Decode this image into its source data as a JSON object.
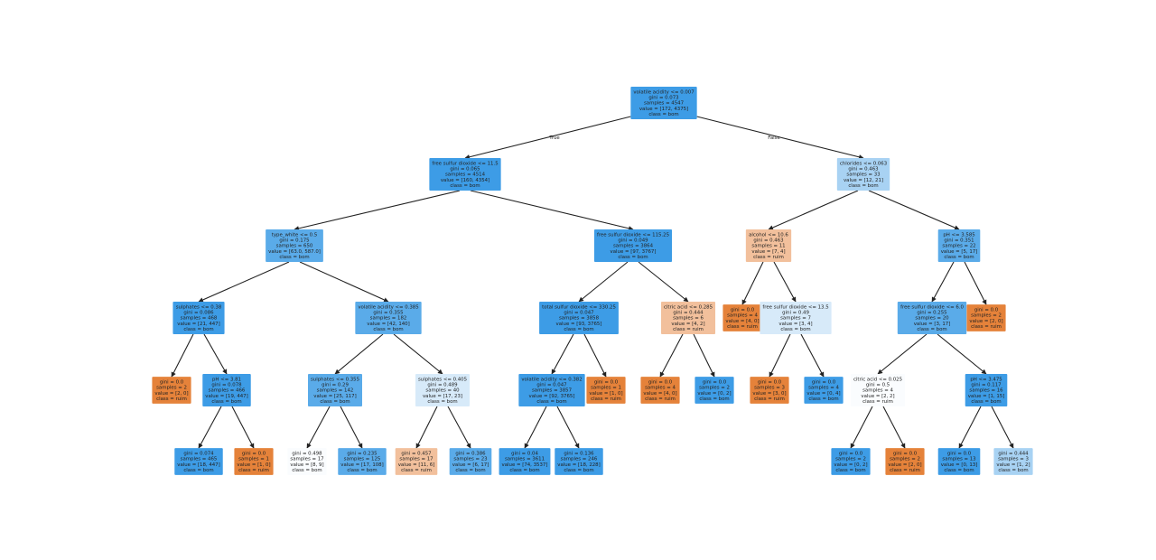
{
  "tree": {
    "colors": {
      "bom_strong": "#3d9ce6",
      "bom_mid": "#5aabe9",
      "bom_light": "#a8d2f3",
      "bom_pale": "#d7eaf9",
      "bom_white": "#fafcfe",
      "ruim_strong": "#e5823a",
      "ruim_light": "#f2c09c",
      "edge": "#222222"
    },
    "edge_labels": {
      "left": "True",
      "right": "False"
    },
    "nodes": [
      {
        "id": 0,
        "lines": [
          "volatile acidity <= 0.007",
          "gini = 0.073",
          "samples = 4547",
          "value = [172, 4375]",
          "class = bom"
        ],
        "fill": "bom_strong"
      },
      {
        "id": 1,
        "parent": 0,
        "side": "left",
        "lines": [
          "free sulfur dioxide <= 11.5",
          "gini = 0.065",
          "samples = 4514",
          "value = [160, 4354]",
          "class = bom"
        ],
        "fill": "bom_strong"
      },
      {
        "id": 2,
        "parent": 0,
        "side": "right",
        "lines": [
          "chlorides <= 0.063",
          "gini = 0.463",
          "samples = 33",
          "value = [12, 21]",
          "class = bom"
        ],
        "fill": "bom_light"
      },
      {
        "id": 3,
        "parent": 1,
        "lines": [
          "type_white <= 0.5",
          "gini = 0.175",
          "samples = 650",
          "value = [63.0, 587.0]",
          "class = bom"
        ],
        "fill": "bom_mid"
      },
      {
        "id": 4,
        "parent": 1,
        "lines": [
          "free sulfur dioxide <= 115.25",
          "gini = 0.049",
          "samples = 3864",
          "value = [97, 3767]",
          "class = bom"
        ],
        "fill": "bom_strong"
      },
      {
        "id": 5,
        "parent": 2,
        "lines": [
          "alcohol <= 10.6",
          "gini = 0.463",
          "samples = 11",
          "value = [7, 4]",
          "class = ruim"
        ],
        "fill": "ruim_light"
      },
      {
        "id": 6,
        "parent": 2,
        "lines": [
          "pH <= 3.585",
          "gini = 0.351",
          "samples = 22",
          "value = [5, 17]",
          "class = bom"
        ],
        "fill": "bom_mid"
      },
      {
        "id": 7,
        "parent": 3,
        "lines": [
          "sulphates <= 0.38",
          "gini = 0.086",
          "samples = 468",
          "value = [21, 447]",
          "class = bom"
        ],
        "fill": "bom_strong"
      },
      {
        "id": 8,
        "parent": 3,
        "lines": [
          "volatile acidity <= 0.385",
          "gini = 0.355",
          "samples = 182",
          "value = [42, 140]",
          "class = bom"
        ],
        "fill": "bom_mid"
      },
      {
        "id": 9,
        "parent": 4,
        "lines": [
          "total sulfur dioxide <= 330.25",
          "gini = 0.047",
          "samples = 3858",
          "value = [93, 3765]",
          "class = bom"
        ],
        "fill": "bom_strong"
      },
      {
        "id": 10,
        "parent": 4,
        "lines": [
          "citric acid <= 0.285",
          "gini = 0.444",
          "samples = 6",
          "value = [4, 2]",
          "class = ruim"
        ],
        "fill": "ruim_light"
      },
      {
        "id": 11,
        "parent": 5,
        "lines": [
          "gini = 0.0",
          "samples = 4",
          "value = [4, 0]",
          "class = ruim"
        ],
        "fill": "ruim_strong"
      },
      {
        "id": 12,
        "parent": 5,
        "lines": [
          "free sulfur dioxide <= 13.5",
          "gini = 0.49",
          "samples = 7",
          "value = [3, 4]",
          "class = bom"
        ],
        "fill": "bom_pale"
      },
      {
        "id": 13,
        "parent": 6,
        "lines": [
          "free sulfur dioxide <= 6.0",
          "gini = 0.255",
          "samples = 20",
          "value = [3, 17]",
          "class = bom"
        ],
        "fill": "bom_mid"
      },
      {
        "id": 14,
        "parent": 6,
        "lines": [
          "gini = 0.0",
          "samples = 2",
          "value = [2, 0]",
          "class = ruim"
        ],
        "fill": "ruim_strong"
      },
      {
        "id": 15,
        "parent": 7,
        "lines": [
          "gini = 0.0",
          "samples = 2",
          "value = [2, 0]",
          "class = ruim"
        ],
        "fill": "ruim_strong"
      },
      {
        "id": 16,
        "parent": 7,
        "lines": [
          "pH <= 3.81",
          "gini = 0.078",
          "samples = 466",
          "value = [19, 447]",
          "class = bom"
        ],
        "fill": "bom_strong"
      },
      {
        "id": 17,
        "parent": 8,
        "lines": [
          "sulphates <= 0.355",
          "gini = 0.29",
          "samples = 142",
          "value = [25, 117]",
          "class = bom"
        ],
        "fill": "bom_mid"
      },
      {
        "id": 18,
        "parent": 8,
        "lines": [
          "sulphates <= 0.405",
          "gini = 0.489",
          "samples = 40",
          "value = [17, 23]",
          "class = bom"
        ],
        "fill": "bom_pale"
      },
      {
        "id": 19,
        "parent": 9,
        "lines": [
          "volatile acidity <= 0.382",
          "gini = 0.047",
          "samples = 3857",
          "value = [92, 3765]",
          "class = bom"
        ],
        "fill": "bom_strong"
      },
      {
        "id": 20,
        "parent": 9,
        "lines": [
          "gini = 0.0",
          "samples = 1",
          "value = [1, 0]",
          "class = ruim"
        ],
        "fill": "ruim_strong"
      },
      {
        "id": 21,
        "parent": 10,
        "lines": [
          "gini = 0.0",
          "samples = 4",
          "value = [4, 0]",
          "class = ruim"
        ],
        "fill": "ruim_strong"
      },
      {
        "id": 22,
        "parent": 10,
        "lines": [
          "gini = 0.0",
          "samples = 2",
          "value = [0, 2]",
          "class = bom"
        ],
        "fill": "bom_strong"
      },
      {
        "id": 23,
        "parent": 12,
        "lines": [
          "gini = 0.0",
          "samples = 3",
          "value = [3, 0]",
          "class = ruim"
        ],
        "fill": "ruim_strong"
      },
      {
        "id": 24,
        "parent": 12,
        "lines": [
          "gini = 0.0",
          "samples = 4",
          "value = [0, 4]",
          "class = bom"
        ],
        "fill": "bom_strong"
      },
      {
        "id": 25,
        "parent": 13,
        "lines": [
          "citric acid <= 0.025",
          "gini = 0.5",
          "samples = 4",
          "value = [2, 2]",
          "class = ruim"
        ],
        "fill": "bom_white"
      },
      {
        "id": 26,
        "parent": 13,
        "lines": [
          "pH <= 3.475",
          "gini = 0.117",
          "samples = 16",
          "value = [1, 15]",
          "class = bom"
        ],
        "fill": "bom_strong"
      },
      {
        "id": 27,
        "parent": 16,
        "lines": [
          "gini = 0.074",
          "samples = 465",
          "value = [18, 447]",
          "class = bom"
        ],
        "fill": "bom_strong"
      },
      {
        "id": 28,
        "parent": 16,
        "lines": [
          "gini = 0.0",
          "samples = 1",
          "value = [1, 0]",
          "class = ruim"
        ],
        "fill": "ruim_strong"
      },
      {
        "id": 29,
        "parent": 17,
        "lines": [
          "gini = 0.498",
          "samples = 17",
          "value = [8, 9]",
          "class = bom"
        ],
        "fill": "bom_white"
      },
      {
        "id": 30,
        "parent": 17,
        "lines": [
          "gini = 0.235",
          "samples = 125",
          "value = [17, 108]",
          "class = bom"
        ],
        "fill": "bom_mid"
      },
      {
        "id": 31,
        "parent": 18,
        "lines": [
          "gini = 0.457",
          "samples = 17",
          "value = [11, 6]",
          "class = ruim"
        ],
        "fill": "ruim_light"
      },
      {
        "id": 32,
        "parent": 18,
        "lines": [
          "gini = 0.386",
          "samples = 23",
          "value = [6, 17]",
          "class = bom"
        ],
        "fill": "bom_mid"
      },
      {
        "id": 33,
        "parent": 19,
        "lines": [
          "gini = 0.04",
          "samples = 3611",
          "value = [74, 3537]",
          "class = bom"
        ],
        "fill": "bom_strong"
      },
      {
        "id": 34,
        "parent": 19,
        "lines": [
          "gini = 0.136",
          "samples = 246",
          "value = [18, 228]",
          "class = bom"
        ],
        "fill": "bom_strong"
      },
      {
        "id": 35,
        "parent": 25,
        "lines": [
          "gini = 0.0",
          "samples = 2",
          "value = [0, 2]",
          "class = bom"
        ],
        "fill": "bom_strong"
      },
      {
        "id": 36,
        "parent": 25,
        "lines": [
          "gini = 0.0",
          "samples = 2",
          "value = [2, 0]",
          "class = ruim"
        ],
        "fill": "ruim_strong"
      },
      {
        "id": 37,
        "parent": 26,
        "lines": [
          "gini = 0.0",
          "samples = 13",
          "value = [0, 13]",
          "class = bom"
        ],
        "fill": "bom_strong"
      },
      {
        "id": 38,
        "parent": 26,
        "lines": [
          "gini = 0.444",
          "samples = 3",
          "value = [1, 2]",
          "class = bom"
        ],
        "fill": "bom_light"
      }
    ]
  }
}
